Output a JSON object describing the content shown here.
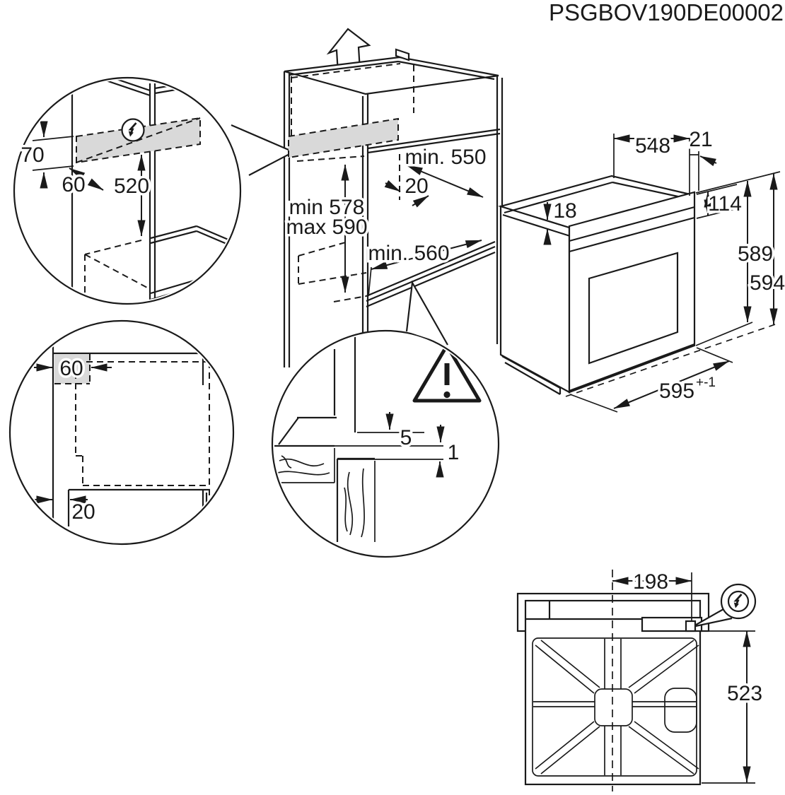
{
  "title": "PSGBOV190DE00002",
  "colors": {
    "line": "#1a1a1a",
    "shade": "#d9d9d9",
    "background": "#ffffff"
  },
  "icons": {
    "direction": "up-arrow-icon",
    "power": "electric-bolt-icon",
    "warning": "warning-triangle-icon"
  },
  "niche": {
    "depth_top": "min. 550",
    "rear_gap": "20",
    "height_min": "min 578",
    "height_max": "max 590",
    "width_bottom": "min. 560"
  },
  "detail_top_left": {
    "zone_height": "70",
    "zone_depth": "60",
    "distance_below": "520"
  },
  "detail_bottom_left": {
    "corner_zone": "60",
    "front_clearance": "20"
  },
  "detail_front_gap": {
    "gap_above": "5",
    "gap_below": "1"
  },
  "oven": {
    "depth": "548",
    "door_offset": "21",
    "top_recess": "18",
    "panel_height": "114",
    "body_height": "589",
    "total_height": "594",
    "width": "595",
    "width_tolerance": "+-1"
  },
  "rear_view": {
    "connection_offset": "198",
    "connection_height": "523"
  }
}
